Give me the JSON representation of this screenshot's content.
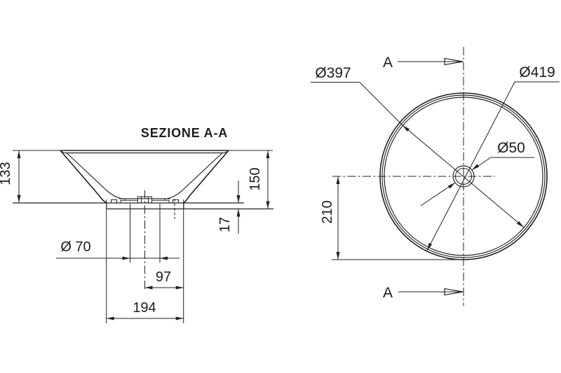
{
  "drawing": {
    "background": "#ffffff",
    "line_color": "#222222",
    "section_view": {
      "title": "SEZIONE A-A",
      "dims": {
        "rim_to_base": "133",
        "total_height": "150",
        "base_height": "17",
        "drain_diameter": "Ø 70",
        "center_to_base_edge": "97",
        "base_diameter": "194"
      }
    },
    "top_view": {
      "dims": {
        "inner_diameter": "Ø397",
        "outer_diameter": "Ø419",
        "drain_diameter": "Ø50",
        "center_to_bottom_edge": "210"
      },
      "section_label_top": "A",
      "section_label_bottom": "A"
    }
  }
}
